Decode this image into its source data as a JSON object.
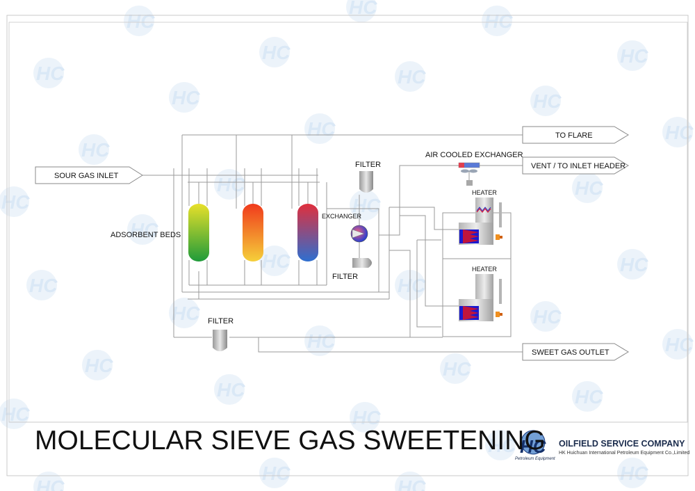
{
  "title": "MOLECULAR SIEVE GAS SWEETENING",
  "company": {
    "name": "OILFIELD SERVICE COMPANY",
    "subtitle": "HK Huichuan International Petroleum Equipment Co.,Limited",
    "logo_text": "HC",
    "logo_tagline": "Petroleum Equipment"
  },
  "watermark": {
    "text": "HC",
    "color": "#bcd6ee"
  },
  "streams": {
    "inlet": "SOUR GAS INLET",
    "flare": "TO FLARE",
    "vent": "VENT / TO INLET HEADER",
    "outlet": "SWEET GAS OUTLET"
  },
  "equipment": {
    "adsorbent_beds": "ADSORBENT BEDS",
    "filter_top": "FILTER",
    "filter_bottom": "FILTER",
    "filter_lower_left": "FILTER",
    "exchanger": "EXCHANGER",
    "air_cooled_exchanger": "AIR COOLED EXCHANGER",
    "heater_top": "HEATER",
    "heater_bottom": "HEATER"
  },
  "colors": {
    "bed_1": [
      "#e8e02a",
      "#1f9b3a"
    ],
    "bed_2": [
      "#f03a1c",
      "#f5d03a"
    ],
    "bed_3": [
      "#e02f3c",
      "#2e6fd0"
    ],
    "heater_flame": "#c0143c",
    "heater_box": "#1a1ad0",
    "pipe": "#9a9a9a"
  }
}
